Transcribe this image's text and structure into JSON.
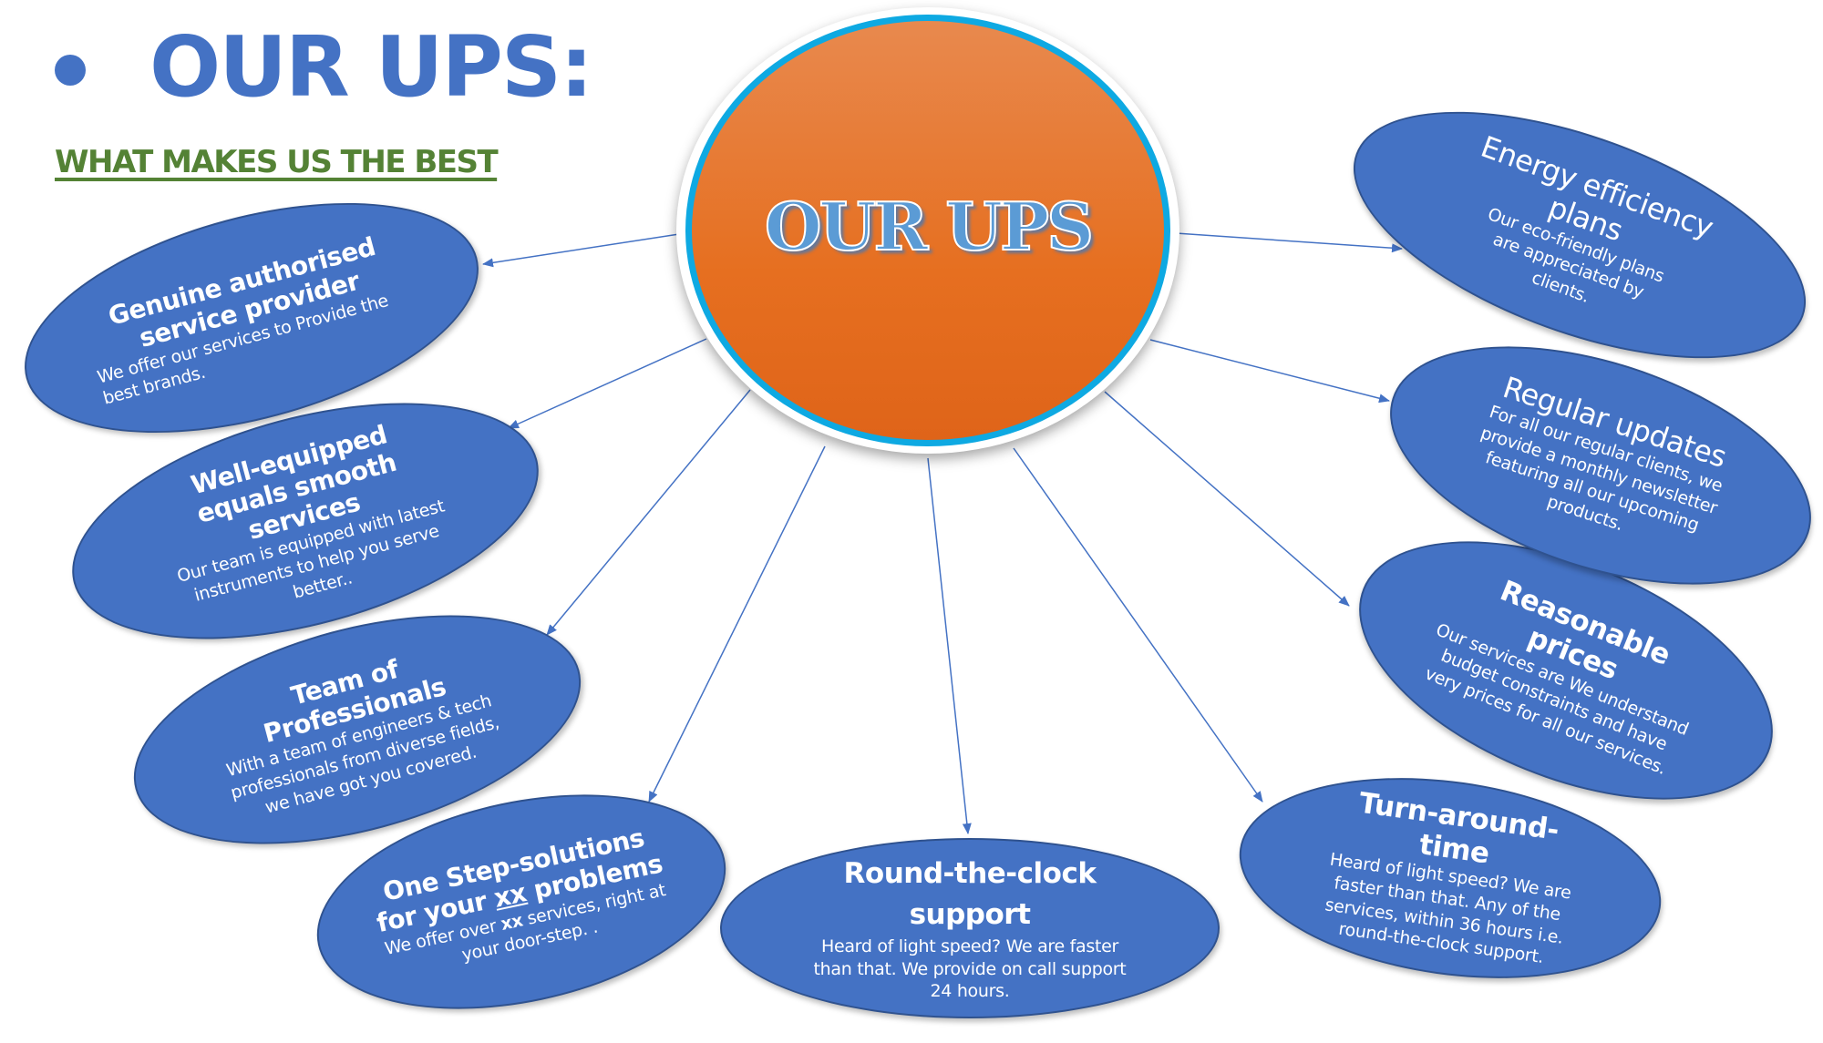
{
  "slide": {
    "heading": "OUR UPS:",
    "subheading": "WHAT MAKES US THE BEST",
    "hub_label": "OUR UPS"
  },
  "colors": {
    "heading": "#4472c4",
    "subheading": "#548235",
    "hub_fill": "#e66f20",
    "hub_ring": "#0ea9e2",
    "node_fill": "#4472c4",
    "connector": "#4472c4"
  },
  "nodes": [
    {
      "id": "genuine",
      "title": "Genuine authorised service provider",
      "description": "We offer our services to Provide the best brands."
    },
    {
      "id": "well-equipped",
      "title": "Well-equipped equals smooth services",
      "description": "Our team is equipped with latest instruments to help you serve better.."
    },
    {
      "id": "team",
      "title": "Team of Professionals",
      "description": "With a team of engineers & tech professionals from diverse fields, we have got you covered."
    },
    {
      "id": "one-step",
      "title_pre": "One Step-solutions for your ",
      "title_em": "xx",
      "title_post": " problems",
      "desc_pre": "We offer over ",
      "desc_em": "xx",
      "desc_post": " services, right at your door-step. ."
    },
    {
      "id": "round-the-clock",
      "title": "Round-the-clock support",
      "description": "Heard of light speed? We are faster than that. We provide on call support 24 hours."
    },
    {
      "id": "turnaround",
      "title": "Turn-around-time",
      "description": "Heard of light speed? We are faster than that. Any of the services, within 36 hours i.e. round-the-clock support."
    },
    {
      "id": "prices",
      "title": "Reasonable prices",
      "description": "Our services are We understand budget constraints and have very prices for all our services."
    },
    {
      "id": "updates",
      "title": "Regular updates",
      "description": "For all our regular clients, we provide a monthly newsletter featuring all our upcoming products."
    },
    {
      "id": "energy",
      "title": "Energy efficiency plans",
      "description": "Our eco-friendly plans are appreciated by clients."
    }
  ]
}
